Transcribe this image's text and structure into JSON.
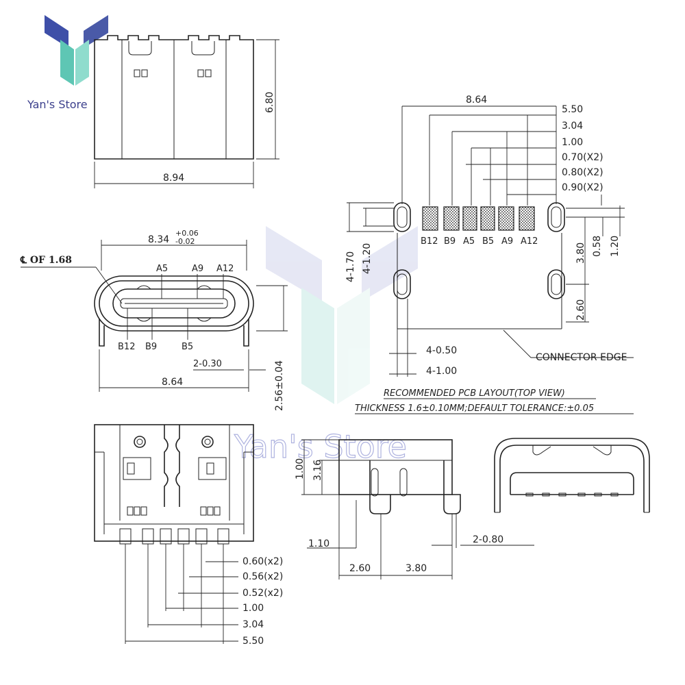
{
  "brand": {
    "name": "Yan's Store",
    "logo_colors": {
      "left": "#3e4fa8",
      "right": "#4a5aa8",
      "stem": "#5ec6b4"
    }
  },
  "watermark": {
    "text": "Yan's Store"
  },
  "top_view": {
    "width_label": "8.94",
    "height_label": "6.80"
  },
  "front_view": {
    "width_top_label": "8.34",
    "tol_plus": "+0.06",
    "tol_minus": "-0.02",
    "centerline_note": "℄ OF 1.68",
    "pins_top": [
      "A5",
      "A9",
      "A12"
    ],
    "pins_bottom": [
      "B12",
      "B9",
      "B5"
    ],
    "lead_label": "2-0.30",
    "width_bottom_label": "8.64",
    "height_label": "2.56±0.04"
  },
  "pcb_layout": {
    "dims_right": [
      "8.64",
      "5.50",
      "3.04",
      "1.00",
      "0.70(X2)",
      "0.80(X2)",
      "0.90(X2)"
    ],
    "pad_labels": [
      "B12",
      "B9",
      "A5",
      "B5",
      "A9",
      "A12"
    ],
    "left_dims": [
      "4-1.70",
      "4-1.20"
    ],
    "right_dims": [
      "3.80",
      "0.58",
      "1.20"
    ],
    "bottom_right_dim": "2.60",
    "slot_dims": [
      "4-0.50",
      "4-1.00"
    ],
    "edge_label": "CONNECTOR EDGE",
    "caption": "RECOMMENDED PCB LAYOUT(TOP VIEW)",
    "note": "THICKNESS 1.6±0.10MM;DEFAULT TOLERANCE:±0.05"
  },
  "bottom_view": {
    "dims": [
      "0.60(x2)",
      "0.56(x2)",
      "0.52(x2)",
      "1.00",
      "3.04",
      "5.50"
    ]
  },
  "side_view": {
    "left_dims": [
      "1.00",
      "3.16"
    ],
    "offset_label": "1.10",
    "bottom_dims": [
      "2.60",
      "3.80"
    ],
    "lead_label": "2-0.80"
  }
}
